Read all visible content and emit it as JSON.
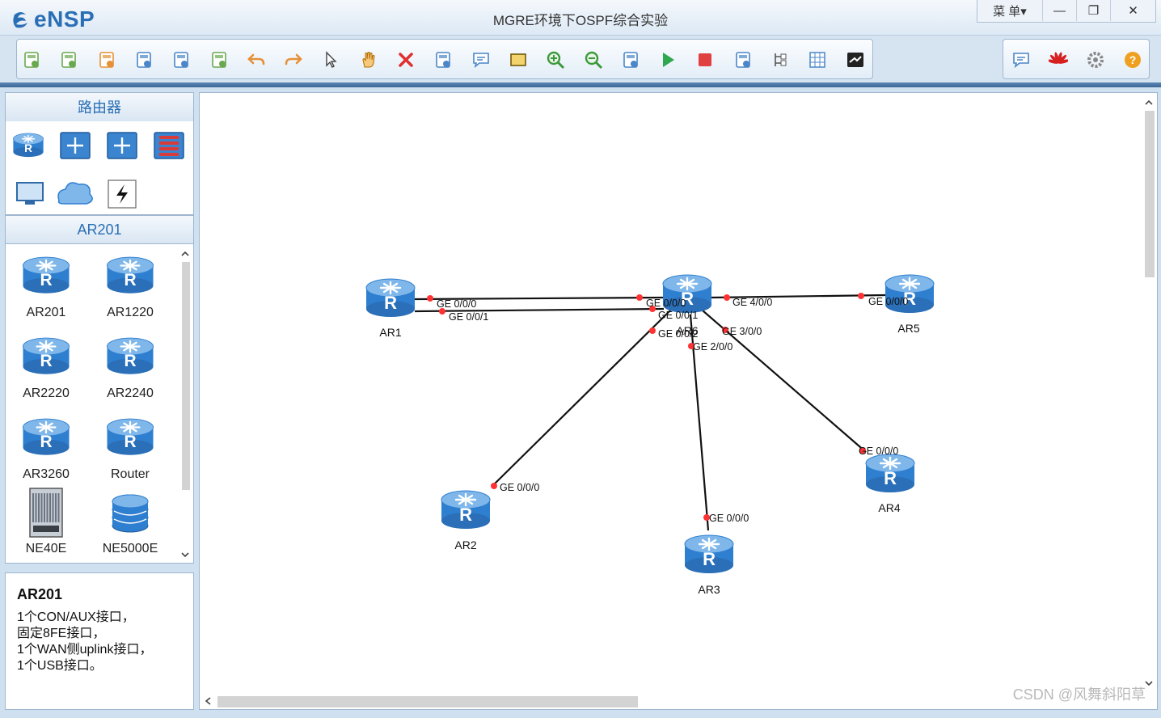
{
  "app": {
    "logo": "eNSP",
    "window_title": "MGRE环境下OSPF综合实验",
    "menu_label": "菜 单▾",
    "minimize": "—",
    "maximize": "❐",
    "close": "✕"
  },
  "toolbar": {
    "icons": [
      "new-topology-icon",
      "new-example-icon",
      "open-icon",
      "save-icon",
      "save-as-icon",
      "print-icon",
      "undo-icon",
      "redo-icon",
      "select-icon",
      "pan-hand-icon",
      "delete-icon",
      "delete-link-icon",
      "text-note-icon",
      "rectangle-icon",
      "zoom-in-icon",
      "zoom-out-icon",
      "fit-icon",
      "start-device-icon",
      "stop-device-icon",
      "capture-icon",
      "topology-icon",
      "grid-icon",
      "cli-icon",
      "chat-icon",
      "huawei-icon",
      "settings-icon",
      "help-icon"
    ]
  },
  "left_panel": {
    "category_title": "路由器",
    "subcategory_title": "AR201",
    "categories": [
      "router-category-icon",
      "switch-category-icon",
      "wireless-category-icon",
      "firewall-category-icon",
      "pc-category-icon",
      "cloud-category-icon",
      "cable-category-icon"
    ],
    "devices": [
      {
        "label": "AR201",
        "kind": "router"
      },
      {
        "label": "AR1220",
        "kind": "router"
      },
      {
        "label": "AR2220",
        "kind": "router"
      },
      {
        "label": "AR2240",
        "kind": "router"
      },
      {
        "label": "AR3260",
        "kind": "router"
      },
      {
        "label": "Router",
        "kind": "router"
      },
      {
        "label": "NE40E",
        "kind": "chassis"
      },
      {
        "label": "NE5000E",
        "kind": "stack"
      }
    ],
    "desc_title": "AR201",
    "desc_lines": [
      "1个CON/AUX接口，",
      "固定8FE接口，",
      "1个WAN侧uplink接口，",
      "1个USB接口。"
    ]
  },
  "topology": {
    "routers": [
      {
        "name": "AR1"
      },
      {
        "name": "AR6"
      },
      {
        "name": "AR5"
      },
      {
        "name": "AR2"
      },
      {
        "name": "AR3"
      },
      {
        "name": "AR4"
      }
    ],
    "port_labels": [
      "GE 0/0/0",
      "GE 0/0/1",
      "GE 0/0/0",
      "GE 0/0/1",
      "GE 4/0/0",
      "GE 0/0/0",
      "GE 0/0/2",
      "GE 3/0/0",
      "GE 2/0/0",
      "GE 0/0/0",
      "GE 0/0/0",
      "GE 0/0/0"
    ],
    "colors": {
      "link": "#111111",
      "port_dot": "#ff3333",
      "router_blue": "#2f7fd0"
    }
  },
  "watermark": "CSDN @风舞斜阳草"
}
